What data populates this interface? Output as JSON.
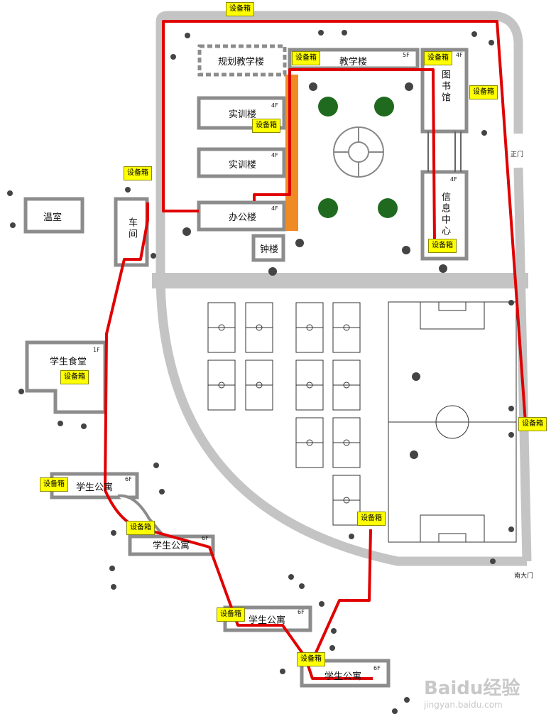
{
  "buildings": [
    {
      "id": "planning",
      "name": "规划教学楼",
      "floor": ""
    },
    {
      "id": "teaching",
      "name": "教学楼",
      "floor": "5F"
    },
    {
      "id": "library",
      "name": "图书馆",
      "floor": "4F"
    },
    {
      "id": "training1",
      "name": "实训楼",
      "floor": "4F"
    },
    {
      "id": "training2",
      "name": "实训楼",
      "floor": "4F"
    },
    {
      "id": "office",
      "name": "办公楼",
      "floor": "4F"
    },
    {
      "id": "info",
      "name": "信息中心",
      "floor": "4F"
    },
    {
      "id": "bell",
      "name": "钟楼",
      "floor": ""
    },
    {
      "id": "greenhouse",
      "name": "温室",
      "floor": ""
    },
    {
      "id": "workshop",
      "name": "车间",
      "floor": ""
    },
    {
      "id": "canteen",
      "name": "学生食堂",
      "floor": "1F"
    },
    {
      "id": "dorm1",
      "name": "学生公寓",
      "floor": "6F"
    },
    {
      "id": "dorm2",
      "name": "学生公寓",
      "floor": "6F"
    },
    {
      "id": "dorm3",
      "name": "学生公寓",
      "floor": "6F"
    },
    {
      "id": "dorm4",
      "name": "学生公寓",
      "floor": "6F"
    }
  ],
  "equipment_box_label": "设备箱",
  "gates": {
    "east": "正门",
    "south": "南大门"
  },
  "watermark": {
    "brand": "Baidu经验",
    "url": "jingyan.baidu.com"
  },
  "colors": {
    "road": "#c4c4c4",
    "cable": "#e00000",
    "box": "#ffff00",
    "orange": "#f08a24",
    "tree": "#1f6a1f"
  }
}
